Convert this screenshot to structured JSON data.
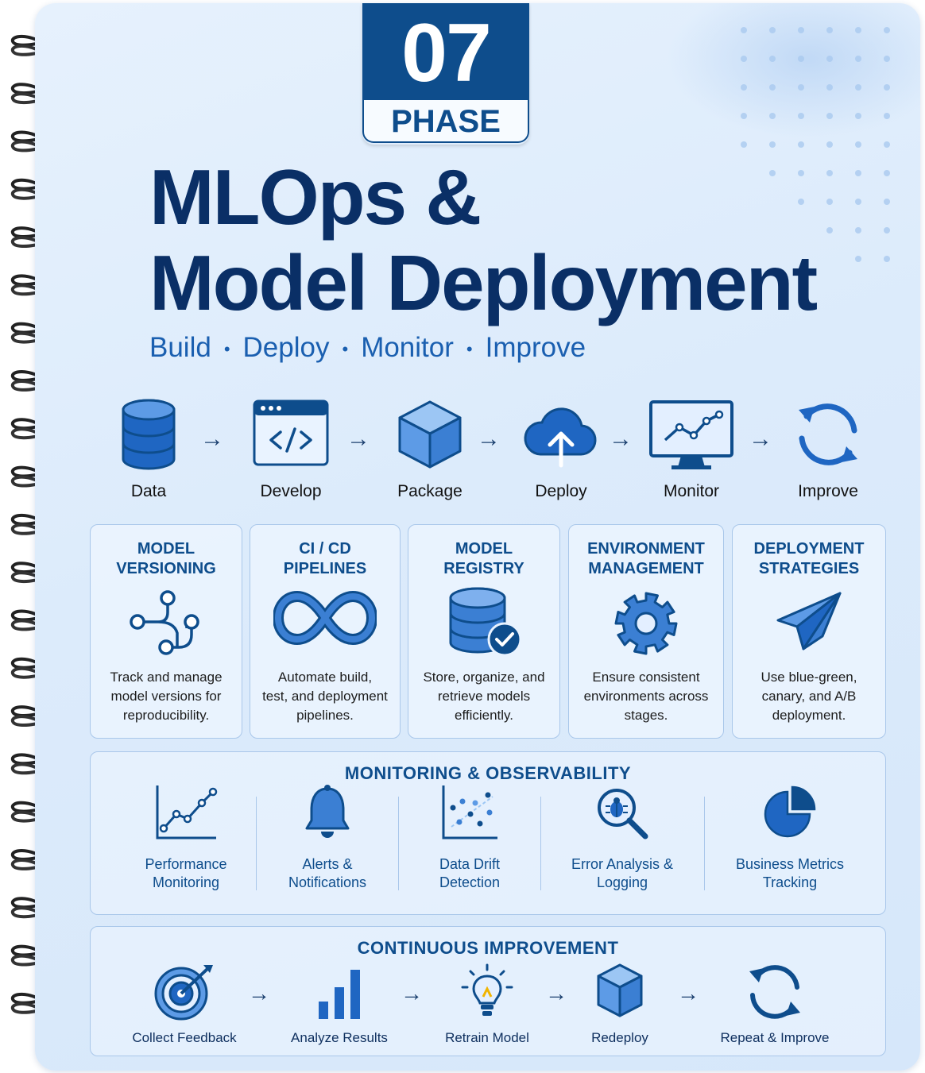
{
  "phase": {
    "number": "07",
    "label": "PHASE"
  },
  "title": {
    "line1": "MLOps &",
    "line2": "Model Deployment"
  },
  "tagline": [
    "Build",
    "Deploy",
    "Monitor",
    "Improve"
  ],
  "tagline_separator": "•",
  "flow": {
    "arrow": "→",
    "steps": [
      {
        "label": "Data",
        "icon": "database-icon"
      },
      {
        "label": "Develop",
        "icon": "code-window-icon"
      },
      {
        "label": "Package",
        "icon": "cube-icon"
      },
      {
        "label": "Deploy",
        "icon": "cloud-upload-icon"
      },
      {
        "label": "Monitor",
        "icon": "monitor-chart-icon"
      },
      {
        "label": "Improve",
        "icon": "refresh-icon"
      }
    ]
  },
  "cards": [
    {
      "title1": "MODEL",
      "title2": "VERSIONING",
      "icon": "branch-icon",
      "desc1": "Track and manage",
      "desc2": "model versions for",
      "desc3": "reproducibility."
    },
    {
      "title1": "CI / CD",
      "title2": "PIPELINES",
      "icon": "infinity-icon",
      "desc1": "Automate build,",
      "desc2": "test, and deployment",
      "desc3": "pipelines."
    },
    {
      "title1": "MODEL",
      "title2": "REGISTRY",
      "icon": "database-check-icon",
      "desc1": "Store, organize, and",
      "desc2": "retrieve models",
      "desc3": "efficiently."
    },
    {
      "title1": "ENVIRONMENT",
      "title2": "MANAGEMENT",
      "icon": "gear-icon",
      "desc1": "Ensure consistent",
      "desc2": "environments across",
      "desc3": "stages."
    },
    {
      "title1": "DEPLOYMENT",
      "title2": "STRATEGIES",
      "icon": "paper-plane-icon",
      "desc1": "Use blue-green,",
      "desc2": "canary, and A/B",
      "desc3": "deployment."
    }
  ],
  "monitoring": {
    "title": "MONITORING & OBSERVABILITY",
    "items": [
      {
        "line1": "Performance",
        "line2": "Monitoring",
        "icon": "line-chart-icon"
      },
      {
        "line1": "Alerts &",
        "line2": "Notifications",
        "icon": "bell-icon"
      },
      {
        "line1": "Data Drift",
        "line2": "Detection",
        "icon": "scatter-plot-icon"
      },
      {
        "line1": "Error Analysis &",
        "line2": "Logging",
        "icon": "bug-search-icon"
      },
      {
        "line1": "Business Metrics",
        "line2": "Tracking",
        "icon": "pie-chart-icon"
      }
    ]
  },
  "improvement": {
    "title": "CONTINUOUS IMPROVEMENT",
    "arrow": "→",
    "items": [
      {
        "label": "Collect Feedback",
        "icon": "target-icon"
      },
      {
        "label": "Analyze Results",
        "icon": "bar-chart-icon"
      },
      {
        "label": "Retrain Model",
        "icon": "lightbulb-icon"
      },
      {
        "label": "Redeploy",
        "icon": "cube-icon"
      },
      {
        "label": "Repeat & Improve",
        "icon": "refresh-icon"
      }
    ]
  },
  "colors": {
    "navy": "#0a2f66",
    "primary": "#0e4d8c",
    "accent": "#1a5fb0",
    "light": "#5b9be6"
  }
}
